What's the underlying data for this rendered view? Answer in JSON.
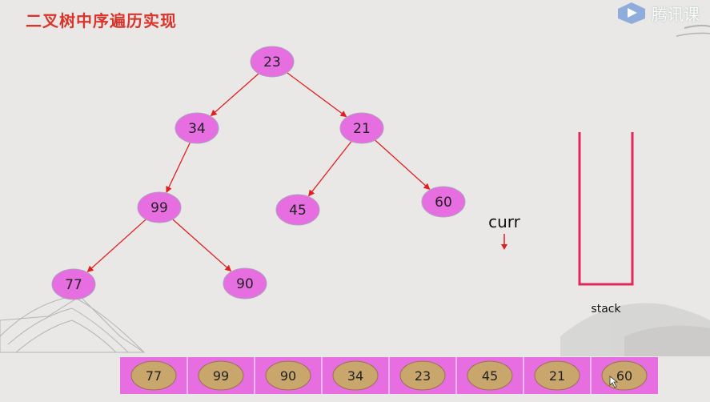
{
  "title": "二叉树中序遍历实现",
  "watermark": {
    "text": "腾讯课"
  },
  "tree": {
    "nodes": [
      {
        "id": "n23",
        "label": "23"
      },
      {
        "id": "n34",
        "label": "34"
      },
      {
        "id": "n21",
        "label": "21"
      },
      {
        "id": "n99",
        "label": "99"
      },
      {
        "id": "n45",
        "label": "45"
      },
      {
        "id": "n60",
        "label": "60"
      },
      {
        "id": "n77",
        "label": "77"
      },
      {
        "id": "n90",
        "label": "90"
      }
    ],
    "edges": [
      [
        "n23",
        "n34"
      ],
      [
        "n23",
        "n21"
      ],
      [
        "n34",
        "n99"
      ],
      [
        "n21",
        "n45"
      ],
      [
        "n21",
        "n60"
      ],
      [
        "n99",
        "n77"
      ],
      [
        "n99",
        "n90"
      ]
    ]
  },
  "curr_label": "curr",
  "stack_label": "stack",
  "result": [
    "77",
    "99",
    "90",
    "34",
    "23",
    "45",
    "21",
    "60"
  ],
  "colors": {
    "node_fill": "#e66ee0",
    "node_stroke": "#b0a0c0",
    "edge": "#e02020",
    "stack": "#e0285a",
    "result_bg": "#e66ee0",
    "result_oval": "#c9a66b",
    "title": "#d9342b"
  }
}
